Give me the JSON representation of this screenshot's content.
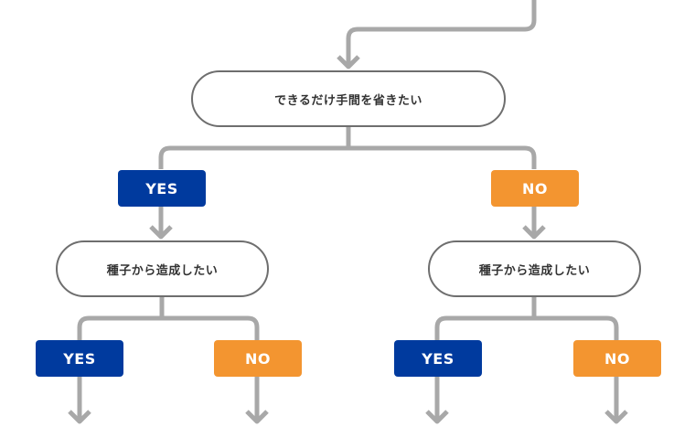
{
  "root": {
    "label": "できるだけ手間を省きたい"
  },
  "branches": [
    {
      "answer": "YES",
      "node": {
        "label": "種子から造成したい"
      },
      "children": [
        {
          "answer": "YES"
        },
        {
          "answer": "NO"
        }
      ]
    },
    {
      "answer": "NO",
      "node": {
        "label": "種子から造成したい"
      },
      "children": [
        {
          "answer": "YES"
        },
        {
          "answer": "NO"
        }
      ]
    }
  ],
  "colors": {
    "yes": "#003a9e",
    "no": "#f39530",
    "line": "#a8a8a8",
    "border": "#6e6e6e"
  }
}
